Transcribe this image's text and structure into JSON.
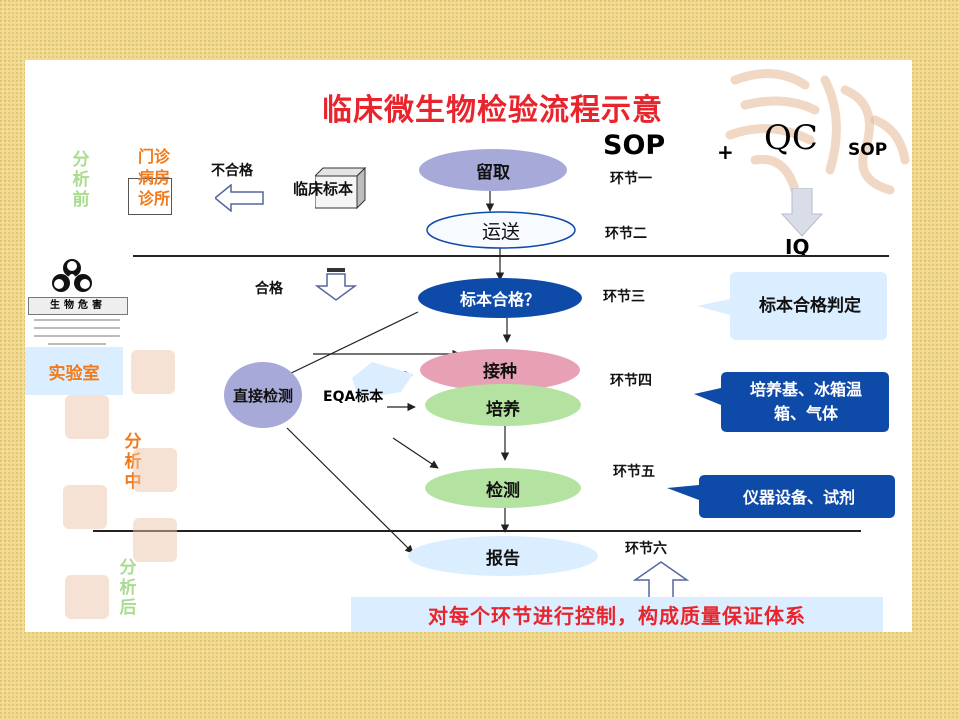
{
  "title": "临床微生物检验流程示意",
  "sop_big": "SOP",
  "plus": "+",
  "qc": "QC",
  "sop_small": "SOP",
  "iq": "IQ",
  "phases": {
    "pre": "分析前",
    "mid": "分析中",
    "post": "分析后"
  },
  "sources": [
    "门诊",
    "病房",
    "诊所"
  ],
  "unqualified": "不合格",
  "clinical_sample": "临床标本",
  "qualified": "合格",
  "biohazard": "生物危害",
  "lab": "实验室",
  "direct_test": "直接检测",
  "eqa_sample": "EQA标本",
  "flow": {
    "retain": "留取",
    "transport": "运送",
    "sample_ok": "标本合格？",
    "inoculate": "接种",
    "culture": "培养",
    "detect": "检测",
    "report": "报告"
  },
  "steps": [
    "环节一",
    "环节二",
    "环节三",
    "环节四",
    "环节五",
    "环节六"
  ],
  "callouts": {
    "sample_judge": "标本合格判定",
    "media": "培养基、冰箱温箱、气体",
    "instruments": "仪器设备、试剂"
  },
  "footer": "对每个环节进行控制，构成质量保证体系",
  "colors": {
    "title": "#e8242c",
    "orange": "#f07a1c",
    "green_light": "#a8dc8e",
    "navy": "#0e4aa8",
    "pink": "#e8a0b4",
    "lavender": "#a7aad8",
    "light_blue": "#dbeeff"
  }
}
